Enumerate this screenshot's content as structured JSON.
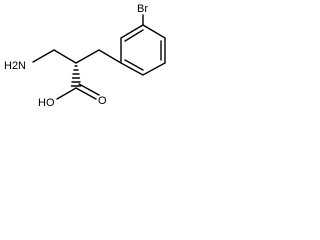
{
  "structure": {
    "atom_labels": {
      "amine": "H2N",
      "hydroxyl": "HO",
      "carbonyl_oxygen": "O",
      "bromine": "Br"
    },
    "stereo_bond": "hashed-wedge",
    "colors": {
      "ink": "#000000",
      "background": "#ffffff"
    }
  }
}
